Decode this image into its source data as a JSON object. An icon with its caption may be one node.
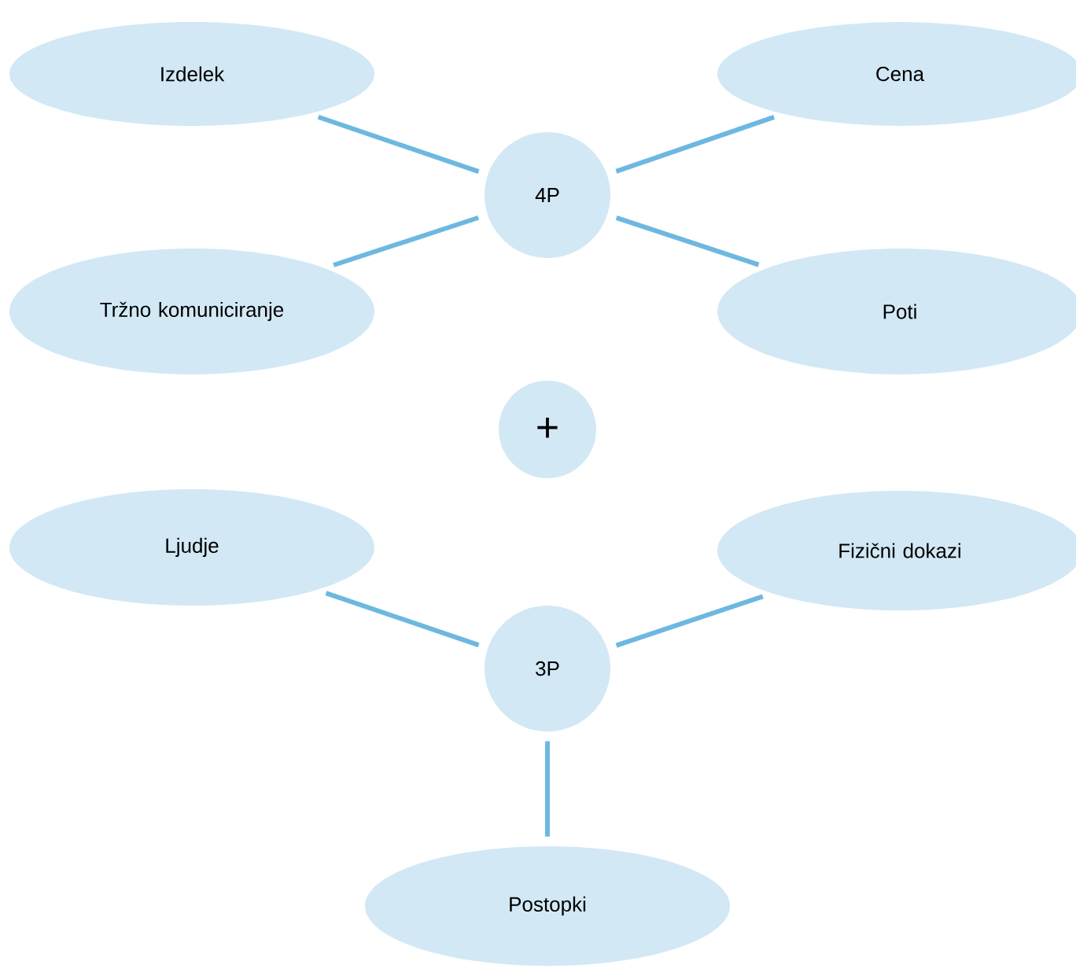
{
  "diagram": {
    "nodes": [
      {
        "text": [
          "4P"
        ]
      },
      {
        "text": [
          "Izdelek"
        ]
      },
      {
        "text": [
          "Cena"
        ]
      },
      {
        "text": [
          "Tržno komuniciranje"
        ]
      },
      {
        "text": [
          "Poti"
        ]
      },
      {
        "text": [
          "+"
        ]
      },
      {
        "text": [
          "3P"
        ]
      },
      {
        "text": [
          "Ljudje"
        ]
      },
      {
        "text": [
          "Fizični dokazi"
        ]
      },
      {
        "text": [
          "Postopki"
        ]
      }
    ],
    "edges": [
      {
        "from": 0,
        "to": 1,
        "arrow": "none"
      },
      {
        "from": 0,
        "to": 2,
        "arrow": "none"
      },
      {
        "from": 0,
        "to": 3,
        "arrow": "none"
      },
      {
        "from": 0,
        "to": 4,
        "arrow": "none"
      },
      {
        "from": 6,
        "to": 7,
        "arrow": "none"
      },
      {
        "from": 6,
        "to": 8,
        "arrow": "none"
      },
      {
        "from": 6,
        "to": 9,
        "arrow": "none"
      }
    ]
  }
}
